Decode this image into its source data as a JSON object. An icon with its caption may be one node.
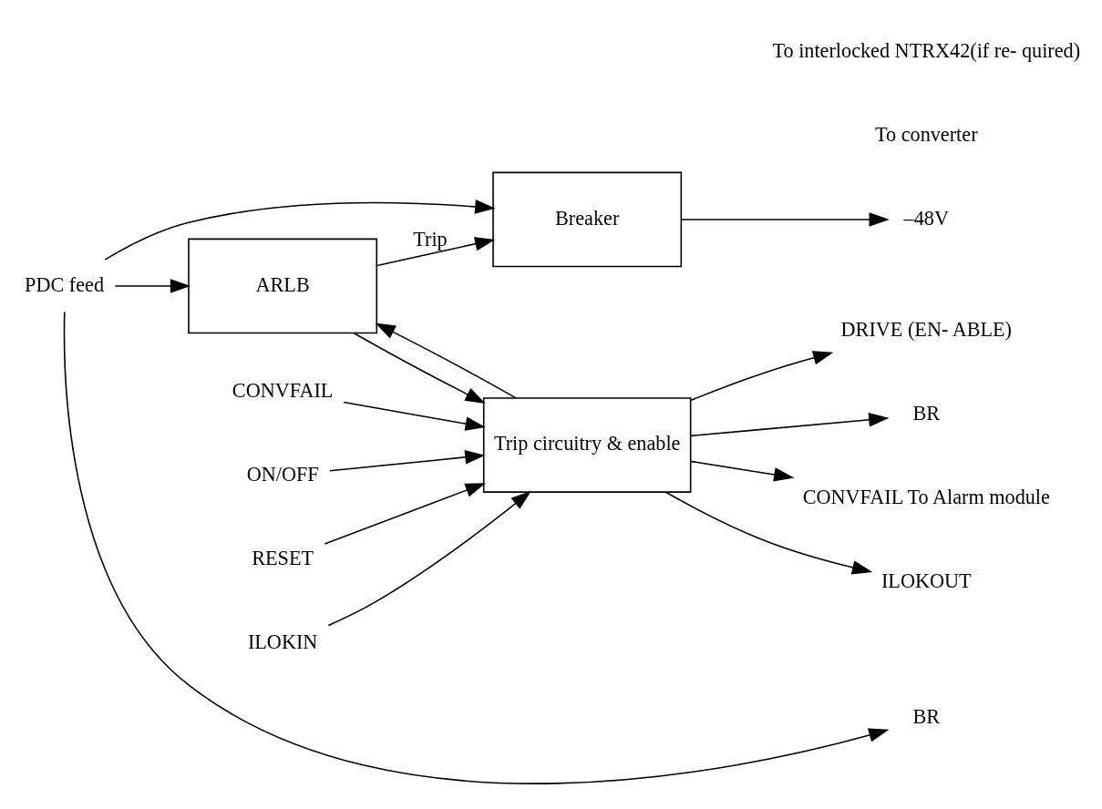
{
  "diagram": {
    "nodes": [
      {
        "text": [
          "PDC feed"
        ]
      },
      {
        "text": [
          "Breaker"
        ]
      },
      {
        "text": [
          "–48V"
        ]
      },
      {
        "text": [
          "BR"
        ]
      },
      {
        "text": [
          "ARLB"
        ]
      },
      {
        "text": [
          "Trip circuitry & enable"
        ]
      },
      {
        "text": [
          "DRIVE (EN- ABLE)"
        ]
      },
      {
        "text": [
          "BR"
        ]
      },
      {
        "text": [
          "CONVFAIL"
        ]
      },
      {
        "text": [
          "ON/OFF"
        ]
      },
      {
        "text": [
          "RESET"
        ]
      },
      {
        "text": [
          "CONVFAIL To Alarm module"
        ]
      },
      {
        "text": [
          "ILOKOUT"
        ]
      },
      {
        "text": [
          "ILOKIN"
        ]
      }
    ],
    "edges": [
      {
        "from": 0,
        "to": 1,
        "arrow": "to"
      },
      {
        "from": 0,
        "to": 3,
        "arrow": "to"
      },
      {
        "from": 0,
        "to": 4,
        "arrow": "to"
      },
      {
        "from": 1,
        "to": 2,
        "arrow": "to"
      },
      {
        "from": 4,
        "to": 1,
        "arrow": "to",
        "label": "Trip"
      },
      {
        "from": 5,
        "to": 4,
        "arrow": "to"
      },
      {
        "from": 4,
        "to": 5,
        "arrow": "to"
      },
      {
        "from": 5,
        "to": 6,
        "arrow": "to"
      },
      {
        "from": 5,
        "to": 7,
        "arrow": "to"
      },
      {
        "from": 8,
        "to": 5,
        "arrow": "to"
      },
      {
        "from": 9,
        "to": 5,
        "arrow": "to"
      },
      {
        "from": 10,
        "to": 5,
        "arrow": "to"
      },
      {
        "from": 5,
        "to": 11,
        "arrow": "to"
      },
      {
        "from": 5,
        "to": 12,
        "arrow": "to"
      },
      {
        "from": 13,
        "to": 5,
        "arrow": "to"
      }
    ],
    "labels": [
      "To converter",
      "To interlocked NTRX42(if re- quired)"
    ]
  }
}
